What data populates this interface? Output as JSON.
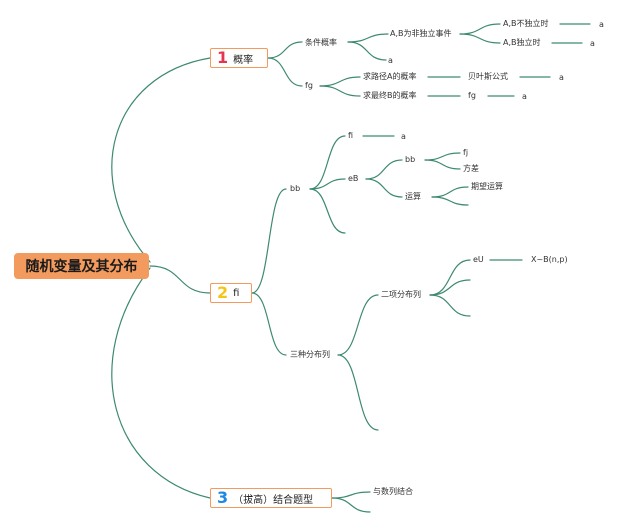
{
  "root": "随机变量及其分布",
  "colors": {
    "line": "#3d8a6e",
    "root_fill": "#f39a5e",
    "box_border": "#f39a5e"
  },
  "branch1": {
    "num": "1",
    "label": "概率",
    "conditional": {
      "label": "条件概率",
      "independent": {
        "label": "A,B为非独立事件",
        "not_indep": {
          "label": "A,B不独立时",
          "value": "a"
        },
        "indep": {
          "label": "A,B独立时",
          "value": "a"
        }
      },
      "leaf": "a"
    },
    "fg": {
      "label": "fg",
      "path": {
        "label": "求路径A的概率",
        "method": "贝叶斯公式",
        "value": "a"
      },
      "final": {
        "label": "求最终B的概率",
        "method": "fg",
        "value": "a"
      }
    }
  },
  "branch2": {
    "num": "2",
    "label": "fi",
    "bb": {
      "label": "bb",
      "fi": {
        "label": "fi",
        "value": "a"
      },
      "eB": {
        "label": "eB",
        "bb": {
          "label": "bb",
          "fj": "fj",
          "variance": "方差"
        },
        "ops": {
          "label": "运算",
          "expect": "期望运算"
        }
      }
    },
    "three": {
      "label": "三种分布列",
      "binomial": {
        "label": "二项分布列",
        "eU": "eU",
        "formula": "X~B(n,p)"
      }
    }
  },
  "branch3": {
    "num": "3",
    "label": "（拔高）结合题型",
    "seq": "与数列结合"
  }
}
